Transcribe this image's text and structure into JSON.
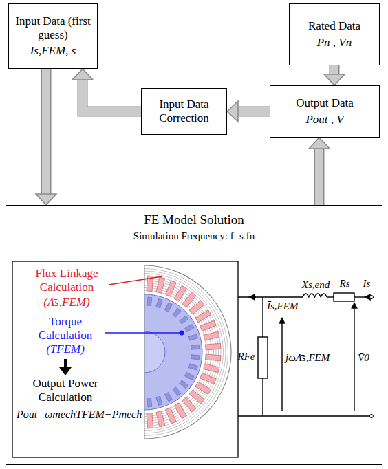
{
  "diagram": {
    "nodes": [
      {
        "text": [
          "Input Data (first guess)",
          "Is,FEM, s"
        ]
      },
      {
        "text": [
          "Rated Data",
          "Pn , Vn"
        ]
      },
      {
        "text": [
          "Input Data Correction"
        ]
      },
      {
        "text": [
          "Output Data",
          "Pout , V"
        ]
      },
      {
        "text": [
          "FE Model Solution",
          "Simulation Frequency: f=s fn"
        ]
      }
    ],
    "edges": [
      {
        "from": 0,
        "to": 4,
        "arrow": "to"
      },
      {
        "from": 1,
        "to": 3,
        "arrow": "to"
      },
      {
        "from": 3,
        "to": 2,
        "arrow": "to"
      },
      {
        "from": 2,
        "to": 0,
        "arrow": "to"
      },
      {
        "from": 4,
        "to": 3,
        "arrow": "to"
      }
    ],
    "labels": [
      "Flux Linkage Calculation",
      "(Λ̄s,FEM)",
      "Torque Calculation",
      "(TFEM)",
      "Output Power Calculation",
      "Pout=ωmechTFEM−Pmech",
      "Īs,FEM",
      "Xs,end",
      "Rs",
      "Īs",
      "RFe",
      "jωΛ̄s,FEM",
      "V̄0"
    ]
  }
}
